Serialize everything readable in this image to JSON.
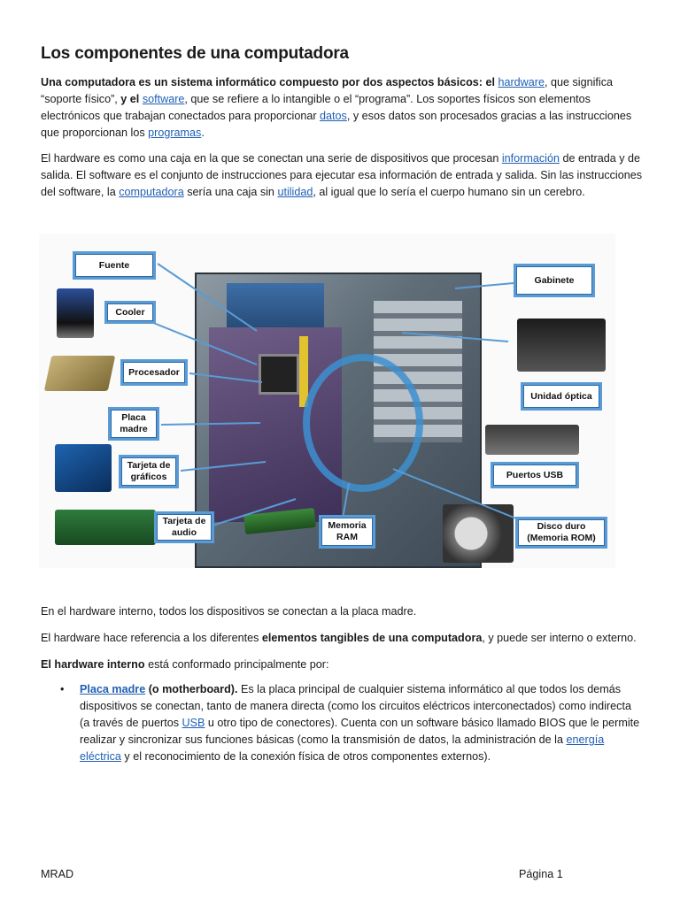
{
  "title": "Los componentes de una computadora",
  "p1": {
    "bold_intro": "Una computadora es un sistema informático compuesto por dos aspectos básicos: el ",
    "link_hardware": "hardware",
    "t1": ", que significa “soporte físico”, ",
    "bold_y_el": "y el ",
    "link_software": "software",
    "t2": ", que se refiere a lo intangible o el “programa”. Los soportes físicos son elementos electrónicos que trabajan conectados para proporcionar ",
    "link_datos": "datos",
    "t3": ", y esos datos son procesados gracias a las instrucciones que proporcionan los ",
    "link_programas": "programas",
    "t4": "."
  },
  "p2": {
    "t1": "El hardware es como una caja en la que se conectan una serie de dispositivos que procesan ",
    "link_informacion": "información",
    "t2": " de entrada y de salida. El software es el conjunto de instrucciones para ejecutar esa información de entrada y salida. Sin las instrucciones del software, la ",
    "link_computadora": "computadora",
    "t3": " sería una caja sin ",
    "link_utilidad": "utilidad",
    "t4": ", al igual que lo sería el cuerpo humano sin un cerebro."
  },
  "figure": {
    "labels": {
      "fuente": "Fuente",
      "cooler": "Cooler",
      "procesador": "Procesador",
      "placa_madre": "Placa madre",
      "tarjeta_graficos": "Tarjeta de gráficos",
      "tarjeta_audio": "Tarjeta de audio",
      "memoria_ram": "Memoria RAM",
      "gabinete": "Gabinete",
      "unidad_optica": "Unidad óptica",
      "puertos_usb": "Puertos USB",
      "disco_duro": "Disco duro (Memoria ROM)"
    }
  },
  "p3": "En el hardware interno, todos los dispositivos se conectan a la placa madre.",
  "p4": {
    "t1": "El hardware hace referencia a los diferentes ",
    "bold": "elementos tangibles de una computadora",
    "t2": ", y puede ser interno o externo."
  },
  "p5": {
    "bold": "El hardware interno",
    "t1": " está conformado principalmente por:"
  },
  "list": [
    {
      "bullet": "•",
      "link_placa": "Placa madre",
      "bold": " (o motherboard).",
      "t1": " Es la placa principal de cualquier sistema informático al que todos los demás dispositivos se conectan, tanto de manera directa (como los circuitos eléctricos interconectados) como indirecta (a través de puertos ",
      "link_usb": "USB",
      "t2": " u otro tipo de conectores). Cuenta con un software básico llamado BIOS que le permite realizar y sincronizar sus funciones básicas (como la transmisión de datos, la administración de la ",
      "link_energia": "energía eléctrica",
      "t3": " y el reconocimiento de la conexión física de otros componentes externos)."
    }
  ],
  "footer": {
    "left": "MRAD",
    "right": "Página 1"
  }
}
